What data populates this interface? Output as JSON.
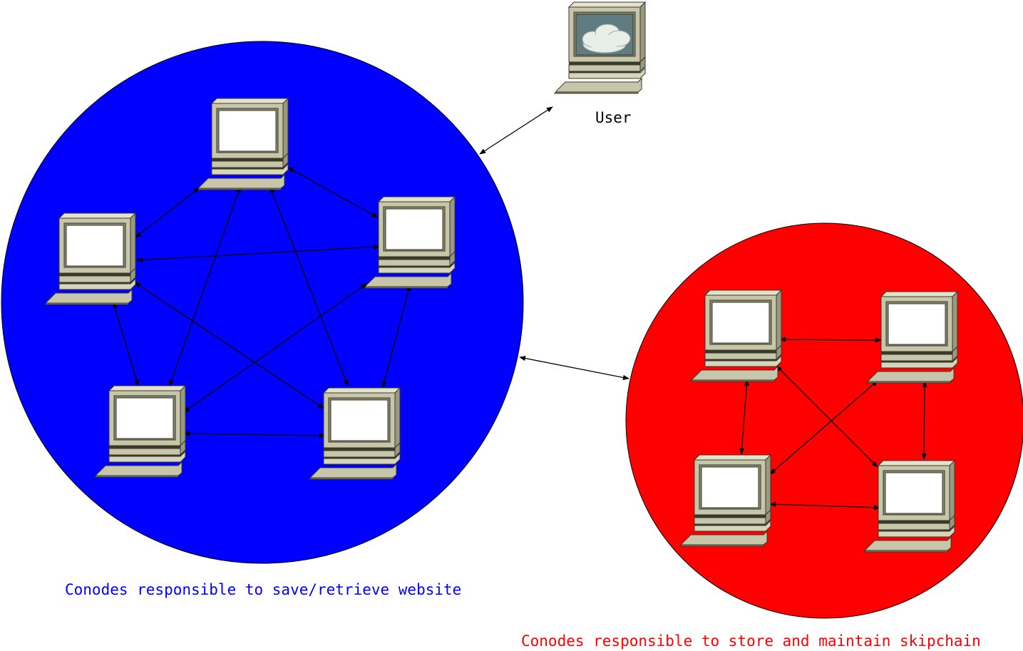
{
  "user": {
    "label": "User",
    "screen_icon": "cloud-icon"
  },
  "clusters": {
    "website": {
      "caption": "Conodes responsible to save/retrieve website",
      "color": "#0000ff",
      "caption_color": "#0000ff",
      "node_count": 5
    },
    "skipchain": {
      "caption": "Conodes responsible to store and maintain skipchain",
      "color": "#ff0000",
      "caption_color": "#ff0000",
      "node_count": 4
    }
  },
  "colors": {
    "computer_body": "#c8c6aa",
    "computer_shade": "#9a987e",
    "screen": "#ffffff",
    "user_screen": "#607c80",
    "edge": "#000000"
  },
  "connections": [
    {
      "from": "user",
      "to": "website-cluster"
    },
    {
      "from": "website-cluster",
      "to": "skipchain-cluster"
    },
    {
      "from": "website-node-1",
      "to": "website-node-2"
    },
    {
      "from": "website-node-1",
      "to": "website-node-3"
    },
    {
      "from": "website-node-1",
      "to": "website-node-4"
    },
    {
      "from": "website-node-1",
      "to": "website-node-5"
    },
    {
      "from": "website-node-2",
      "to": "website-node-3"
    },
    {
      "from": "website-node-2",
      "to": "website-node-4"
    },
    {
      "from": "website-node-2",
      "to": "website-node-5"
    },
    {
      "from": "website-node-3",
      "to": "website-node-4"
    },
    {
      "from": "website-node-3",
      "to": "website-node-5"
    },
    {
      "from": "website-node-4",
      "to": "website-node-5"
    },
    {
      "from": "skipchain-node-1",
      "to": "skipchain-node-2"
    },
    {
      "from": "skipchain-node-1",
      "to": "skipchain-node-3"
    },
    {
      "from": "skipchain-node-1",
      "to": "skipchain-node-4"
    },
    {
      "from": "skipchain-node-2",
      "to": "skipchain-node-3"
    },
    {
      "from": "skipchain-node-2",
      "to": "skipchain-node-4"
    },
    {
      "from": "skipchain-node-3",
      "to": "skipchain-node-4"
    }
  ]
}
